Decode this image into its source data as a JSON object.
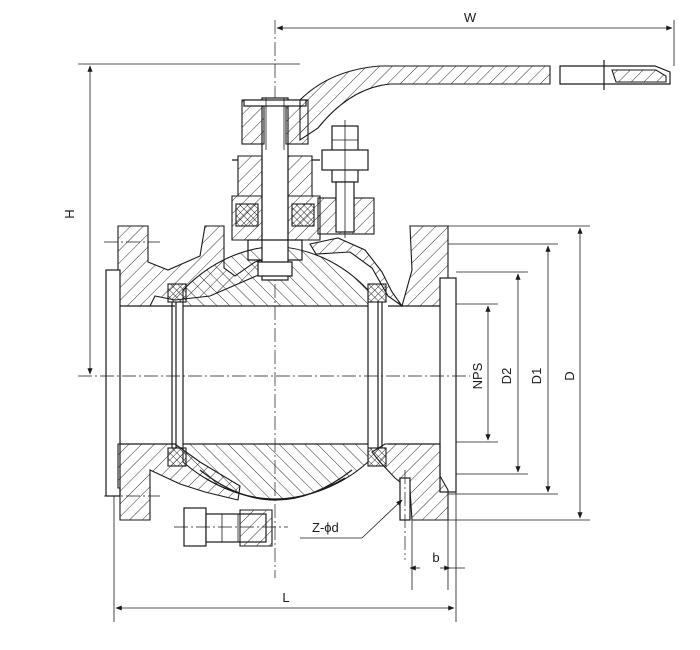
{
  "labels": {
    "w": "W",
    "h": "H",
    "nps": "NPS",
    "d2": "D2",
    "d1": "D1",
    "d": "D",
    "zphid": "Z-ϕd",
    "b": "b",
    "l": "L"
  },
  "colors": {
    "line": "#1a1a1a",
    "background": "#ffffff"
  }
}
